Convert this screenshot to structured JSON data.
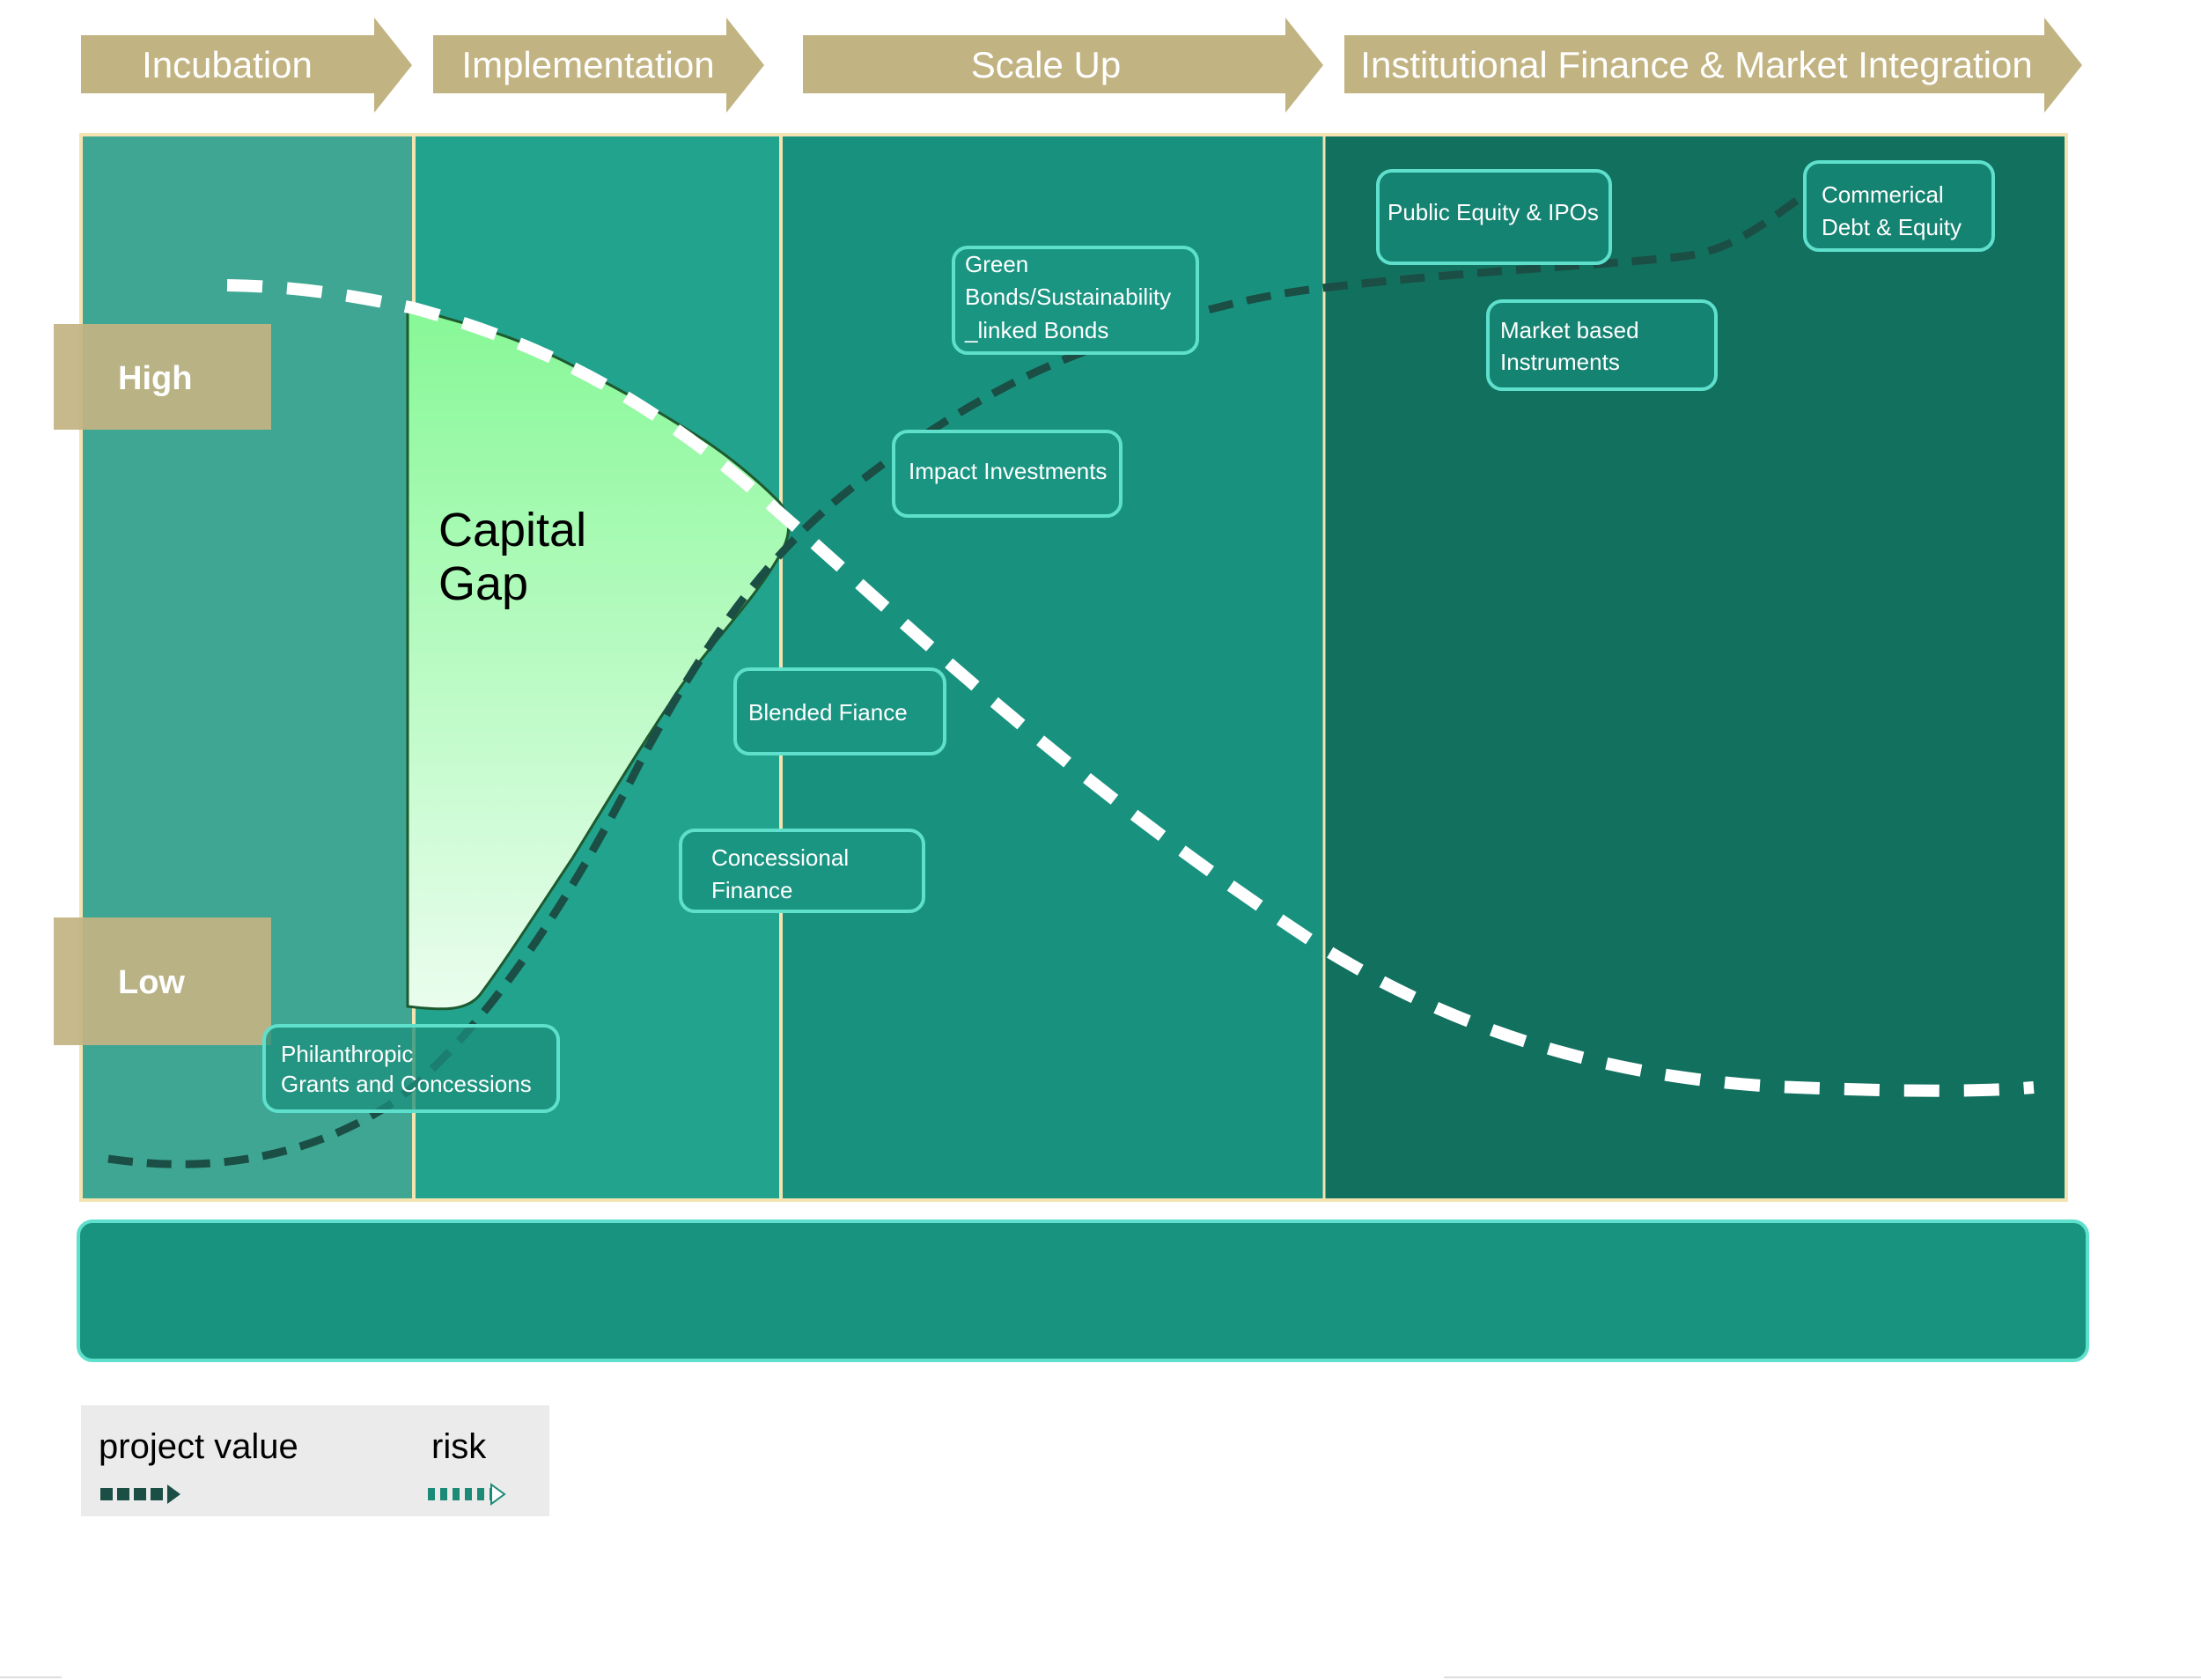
{
  "stages": [
    {
      "label": "Incubation"
    },
    {
      "label": "Implementation"
    },
    {
      "label": "Scale Up"
    },
    {
      "label": "Institutional Finance & Market Integration"
    }
  ],
  "levels": {
    "high": "High",
    "low": "Low"
  },
  "capital_gap": {
    "line1": "Capital",
    "line2": "Gap"
  },
  "instruments": {
    "philanthropic": {
      "line1": "Philanthropic",
      "line2": "Grants and Concessions"
    },
    "concessional": {
      "line1": "Concessional",
      "line2": "Finance"
    },
    "blended": {
      "line1": "Blended Fiance"
    },
    "impact": {
      "line1": "Impact Investments"
    },
    "green_bonds": {
      "line1": "Green",
      "line2": "Bonds/Sustainability",
      "line3": "_linked Bonds"
    },
    "public_equity": {
      "line1": "Public Equity & IPOs"
    },
    "market_based": {
      "line1": "Market based",
      "line2": "Instruments"
    },
    "commercial": {
      "line1": "Commerical",
      "line2": "Debt & Equity"
    }
  },
  "legend": {
    "project_value": "project value",
    "risk": "risk"
  },
  "colors": {
    "stage_arrow": "#c2b382",
    "band_incubation": "#3ea693",
    "band_implementation": "#22a38d",
    "band_scaleup": "#18927f",
    "band_institutional": "#12705f",
    "band_divider": "#f2e3b0",
    "capital_gap_top": "#86f896",
    "capital_gap_bottom": "#e9fdec",
    "instrument_border": "#5ee0cc",
    "project_value_line": "#1b4e44",
    "risk_line": "#ffffff",
    "bottom_bar": "#17937f"
  }
}
